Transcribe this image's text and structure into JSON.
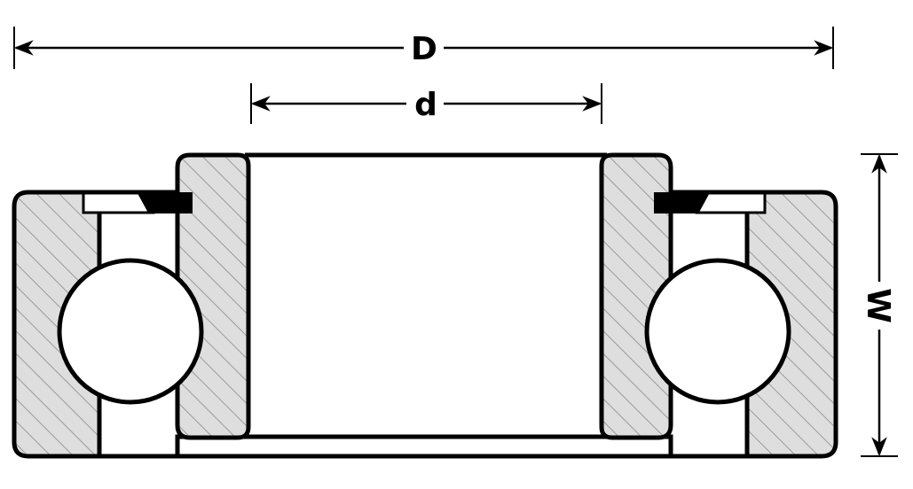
{
  "labels": {
    "outer_diameter": "D",
    "inner_diameter": "d",
    "width": "W"
  },
  "colors": {
    "outline": "#000000",
    "ring_fill": "#dedede",
    "hatch": "#9a9a9a",
    "background": "#ffffff"
  }
}
